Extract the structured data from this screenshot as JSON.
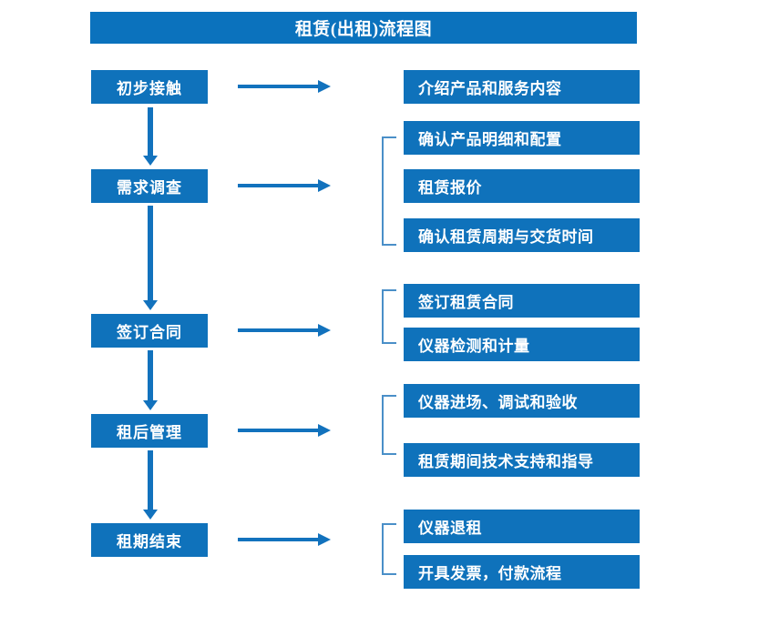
{
  "chart_data": {
    "type": "diagram",
    "title": "租赁(出租)流程图",
    "diagram_kind": "flowchart",
    "orientation": "vertical-with-branches"
  },
  "title": "租赁(出租)流程图",
  "colors": {
    "box_fill": "#0f72bb",
    "title_fill": "#0b72bd",
    "arrow": "#1272bd",
    "bracket": "#4a8fc8",
    "text": "#ffffff",
    "background": "#ffffff"
  },
  "stages": [
    {
      "label": "初步接触"
    },
    {
      "label": "需求调查"
    },
    {
      "label": "签订合同"
    },
    {
      "label": "租后管理"
    },
    {
      "label": "租期结束"
    }
  ],
  "details": [
    {
      "label": "介绍产品和服务内容"
    },
    {
      "label": "确认产品明细和配置"
    },
    {
      "label": "租赁报价"
    },
    {
      "label": "确认租赁周期与交货时间"
    },
    {
      "label": "签订租赁合同"
    },
    {
      "label": "仪器检测和计量"
    },
    {
      "label": "仪器进场、调试和验收"
    },
    {
      "label": "租赁期间技术支持和指导"
    },
    {
      "label": "仪器退租"
    },
    {
      "label": "开具发票，付款流程"
    }
  ]
}
